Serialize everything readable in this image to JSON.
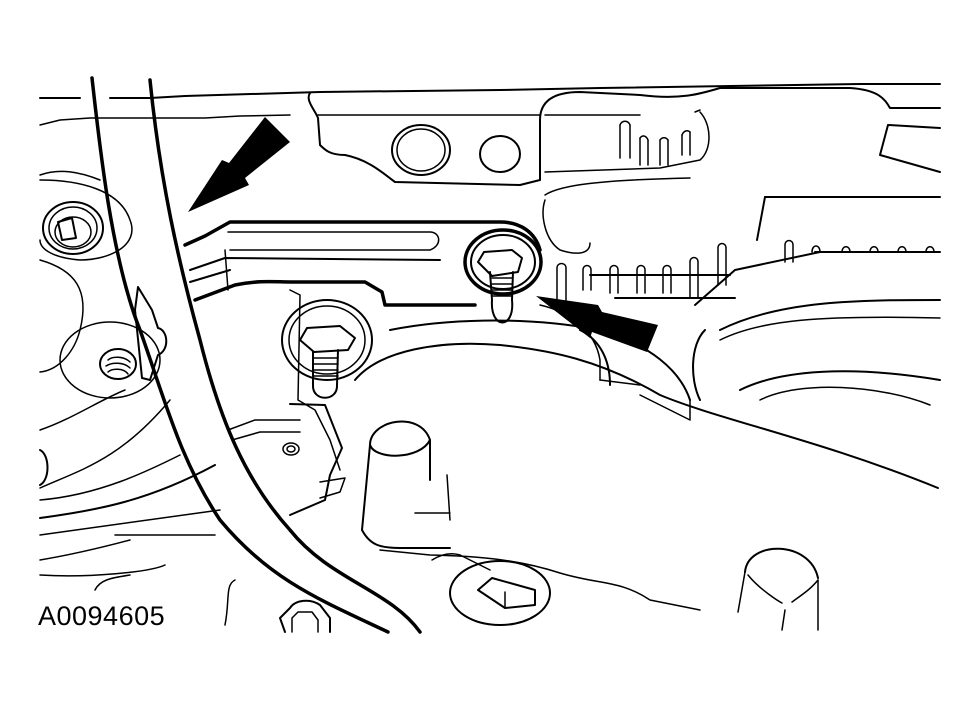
{
  "figure": {
    "type": "line-illustration",
    "subject": "bracket and two stud bolts mounted on engine/transmission housing, pipe/hose passing in front",
    "reference_id": "A0094605",
    "colors": {
      "line": "#000000",
      "background": "#ffffff"
    },
    "callouts": [
      {
        "id": "arrow-upper-left",
        "icon": "arrow-icon",
        "direction": "down-left",
        "points_to": "pipe-bracket junction"
      },
      {
        "id": "arrow-right",
        "icon": "arrow-icon",
        "direction": "up-left",
        "points_to": "bracket nut on right stud"
      }
    ]
  }
}
